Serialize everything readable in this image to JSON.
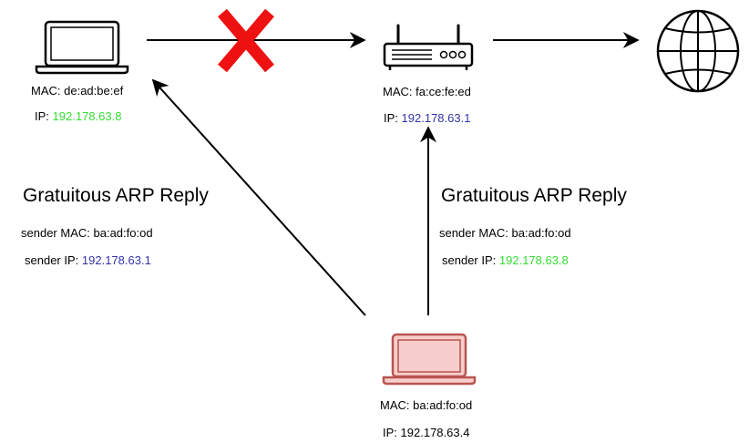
{
  "colors": {
    "ip_green": "#33dd33",
    "ip_blue": "#3333aa",
    "cross_red": "#ee1111",
    "attacker_stroke": "#b85450",
    "attacker_fill": "#f8cecc"
  },
  "nodes": {
    "victim": {
      "icon": "laptop-icon",
      "mac_label": "MAC:",
      "mac": "de:ad:be:ef",
      "ip_label": "IP:",
      "ip": "192.178.63.8",
      "ip_color": "green"
    },
    "router": {
      "icon": "router-icon",
      "mac_label": "MAC:",
      "mac": "fa:ce:fe:ed",
      "ip_label": "IP:",
      "ip": "192.178.63.1",
      "ip_color": "blue"
    },
    "internet": {
      "icon": "globe-icon"
    },
    "attacker": {
      "icon": "laptop-icon",
      "mac_label": "MAC:",
      "mac": "ba:ad:fo:od",
      "ip_label": "IP:",
      "ip": "192.178.63.4"
    }
  },
  "replies": {
    "to_victim": {
      "title": "Gratuitous ARP Reply",
      "mac_label": "sender MAC:",
      "mac": "ba:ad:fo:od",
      "ip_label": "sender IP:",
      "ip": "192.178.63.1"
    },
    "to_router": {
      "title": "Gratuitous ARP Reply",
      "mac_label": "sender MAC:",
      "mac": "ba:ad:fo:od",
      "ip_label": "sender IP:",
      "ip": "192.178.63.8"
    }
  }
}
